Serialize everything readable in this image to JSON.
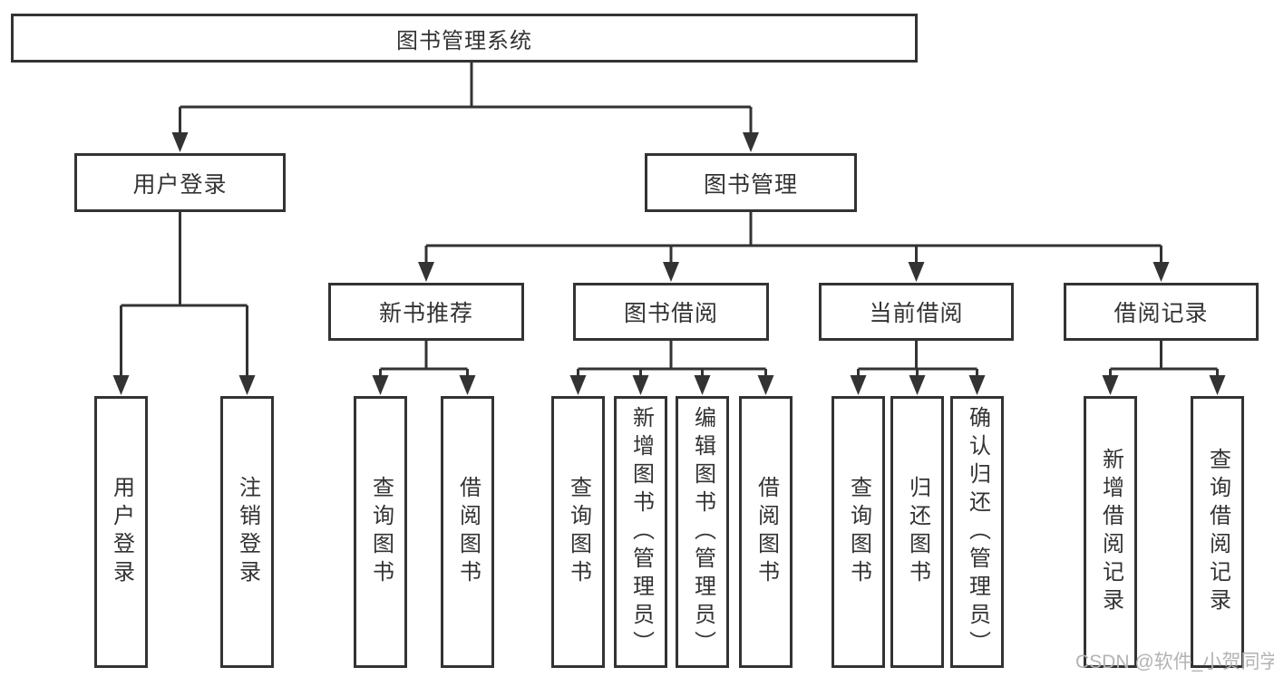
{
  "diagram": {
    "root_label": "图书管理系统",
    "user_login": {
      "label": "用户登录",
      "leaves": [
        "用户登录",
        "注销登录"
      ]
    },
    "book_mgmt": {
      "label": "图书管理",
      "groups": [
        {
          "label": "新书推荐",
          "leaves": [
            "查询图书",
            "借阅图书"
          ]
        },
        {
          "label": "图书借阅",
          "leaves": [
            "查询图书",
            "新增图书（管理员）",
            "编辑图书（管理员）",
            "借阅图书"
          ]
        },
        {
          "label": "当前借阅",
          "leaves": [
            "查询图书",
            "归还图书",
            "确认归还（管理员）"
          ]
        },
        {
          "label": "借阅记录",
          "leaves": [
            "新增借阅记录",
            "查询借阅记录"
          ]
        }
      ]
    },
    "watermark": "CSDN @软件_小贺同学",
    "colors": {
      "stroke": "#333333",
      "text": "#333333",
      "watermark_text": "#b3b3b3",
      "background": "#ffffff"
    }
  }
}
